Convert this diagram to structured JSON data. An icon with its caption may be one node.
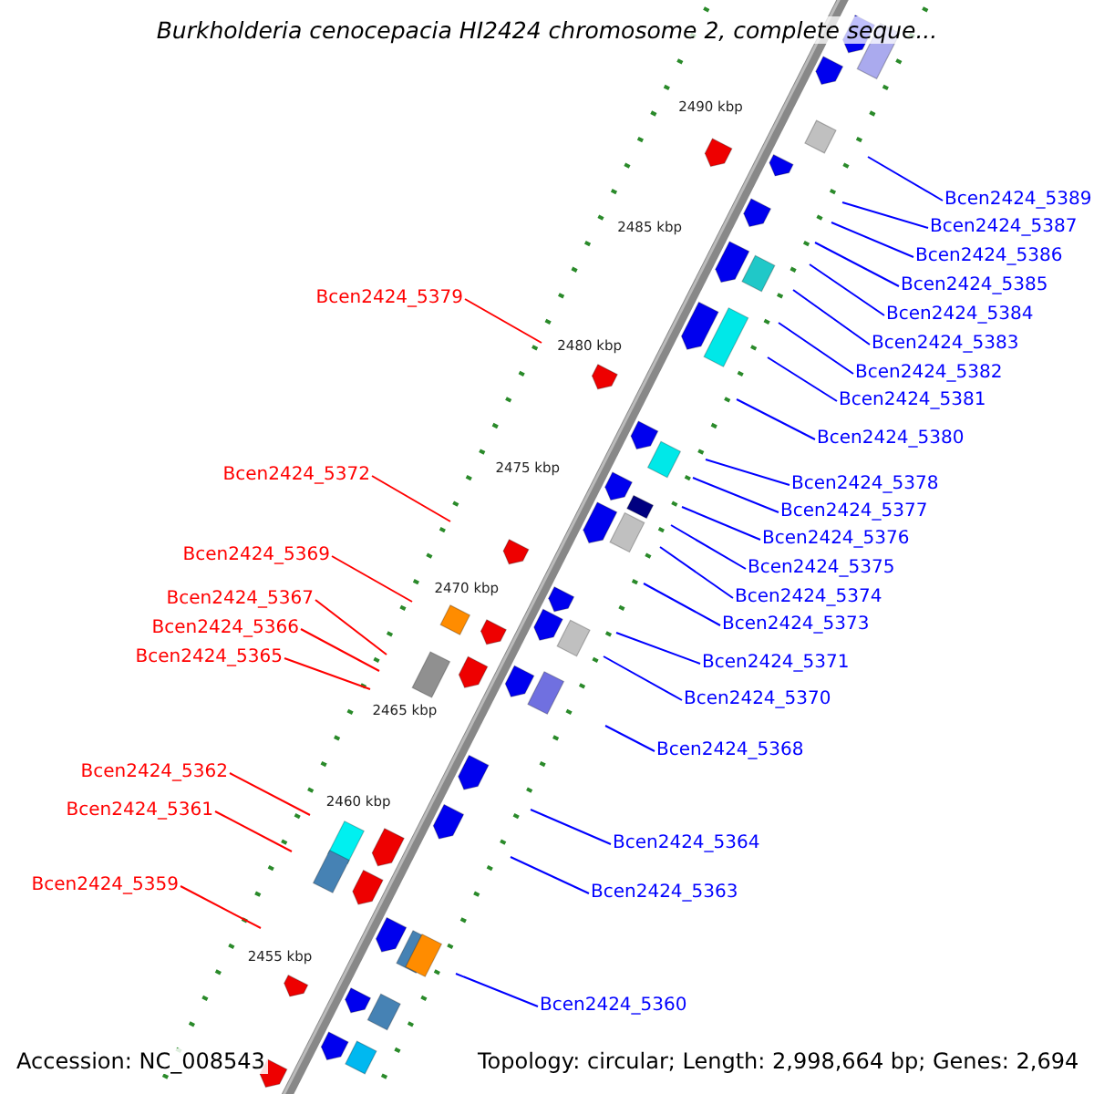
{
  "diagram": {
    "title": "Burkholderia cenocepacia HI2424 chromosome 2, complete seque...",
    "nodes": [
      {
        "text": [
          "Bcen2424_5389"
        ]
      },
      {
        "text": [
          "Bcen2424_5387"
        ]
      },
      {
        "text": [
          "Bcen2424_5386"
        ]
      },
      {
        "text": [
          "Bcen2424_5385"
        ]
      },
      {
        "text": [
          "Bcen2424_5379"
        ]
      },
      {
        "text": [
          "Bcen2424_5384"
        ]
      },
      {
        "text": [
          "Bcen2424_5383"
        ]
      },
      {
        "text": [
          "Bcen2424_5382"
        ]
      },
      {
        "text": [
          "Bcen2424_5381"
        ]
      },
      {
        "text": [
          "Bcen2424_5380"
        ]
      },
      {
        "text": [
          "Bcen2424_5372"
        ]
      },
      {
        "text": [
          "Bcen2424_5378"
        ]
      },
      {
        "text": [
          "Bcen2424_5377"
        ]
      },
      {
        "text": [
          "Bcen2424_5376"
        ]
      },
      {
        "text": [
          "Bcen2424_5369"
        ]
      },
      {
        "text": [
          "Bcen2424_5375"
        ]
      },
      {
        "text": [
          "Bcen2424_5374"
        ]
      },
      {
        "text": [
          "Bcen2424_5367"
        ]
      },
      {
        "text": [
          "Bcen2424_5373"
        ]
      },
      {
        "text": [
          "Bcen2424_5366"
        ]
      },
      {
        "text": [
          "Bcen2424_5365"
        ]
      },
      {
        "text": [
          "Bcen2424_5371"
        ]
      },
      {
        "text": [
          "Bcen2424_5370"
        ]
      },
      {
        "text": [
          "Bcen2424_5368"
        ]
      },
      {
        "text": [
          "Bcen2424_5362"
        ]
      },
      {
        "text": [
          "Bcen2424_5361"
        ]
      },
      {
        "text": [
          "Bcen2424_5364"
        ]
      },
      {
        "text": [
          "Bcen2424_5359"
        ]
      },
      {
        "text": [
          "Bcen2424_5363"
        ]
      },
      {
        "text": [
          "Bcen2424_5360"
        ]
      }
    ],
    "edges": [
      {
        "from": 0,
        "to": null,
        "arrow": "none"
      },
      {
        "from": 1,
        "to": null,
        "arrow": "none"
      },
      {
        "from": 2,
        "to": null,
        "arrow": "none"
      },
      {
        "from": 3,
        "to": null,
        "arrow": "none"
      },
      {
        "from": 4,
        "to": null,
        "arrow": "none",
        "color": "#ff0000"
      },
      {
        "from": 5,
        "to": null,
        "arrow": "none"
      },
      {
        "from": 6,
        "to": null,
        "arrow": "none"
      },
      {
        "from": 7,
        "to": null,
        "arrow": "none"
      },
      {
        "from": 8,
        "to": null,
        "arrow": "none"
      },
      {
        "from": 9,
        "to": null,
        "arrow": "none"
      },
      {
        "from": 10,
        "to": null,
        "arrow": "none",
        "color": "#ff0000"
      },
      {
        "from": 11,
        "to": null,
        "arrow": "none"
      },
      {
        "from": 12,
        "to": null,
        "arrow": "none"
      },
      {
        "from": 13,
        "to": null,
        "arrow": "none"
      },
      {
        "from": 14,
        "to": null,
        "arrow": "none",
        "color": "#ff0000"
      },
      {
        "from": 15,
        "to": null,
        "arrow": "none"
      },
      {
        "from": 16,
        "to": null,
        "arrow": "none"
      },
      {
        "from": 17,
        "to": null,
        "arrow": "none",
        "color": "#ff0000"
      },
      {
        "from": 18,
        "to": null,
        "arrow": "none"
      },
      {
        "from": 19,
        "to": null,
        "arrow": "none",
        "color": "#ff0000"
      },
      {
        "from": 20,
        "to": null,
        "arrow": "none",
        "color": "#ff0000"
      },
      {
        "from": 21,
        "to": null,
        "arrow": "none"
      },
      {
        "from": 22,
        "to": null,
        "arrow": "none"
      },
      {
        "from": 23,
        "to": null,
        "arrow": "none"
      },
      {
        "from": 24,
        "to": null,
        "arrow": "none",
        "color": "#ff0000"
      },
      {
        "from": 25,
        "to": null,
        "arrow": "none",
        "color": "#ff0000"
      },
      {
        "from": 26,
        "to": null,
        "arrow": "none"
      },
      {
        "from": 27,
        "to": null,
        "arrow": "none",
        "color": "#ff0000"
      },
      {
        "from": 28,
        "to": null,
        "arrow": "none"
      },
      {
        "from": 29,
        "to": null,
        "arrow": "none"
      }
    ],
    "labels": [
      "2490 kbp",
      "2485 kbp",
      "2480 kbp",
      "2475 kbp",
      "2470 kbp",
      "2465 kbp",
      "2460 kbp",
      "2455 kbp",
      "Accession: NC_008543",
      "Topology: circular; Length: 2,998,664 bp; Genes: 2,694"
    ]
  }
}
